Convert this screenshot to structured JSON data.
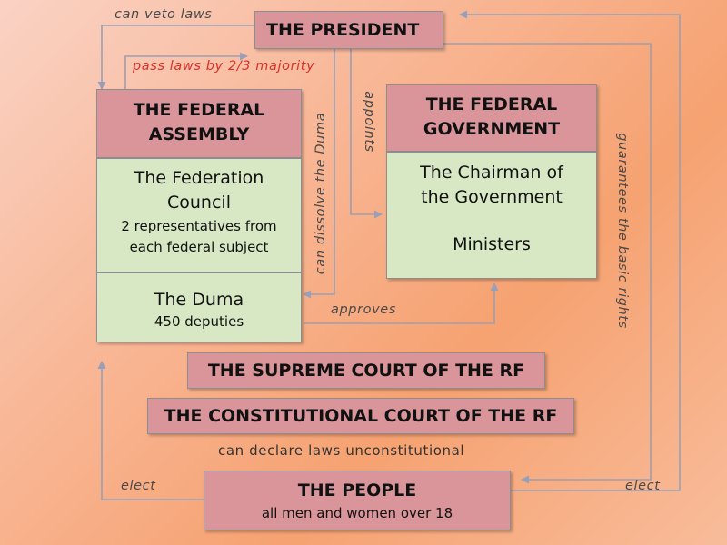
{
  "president": {
    "title": "THE PRESIDENT"
  },
  "assembly": {
    "title_line1": "THE FEDERAL",
    "title_line2": "ASSEMBLY",
    "council_line1": "The Federation",
    "council_line2": "Council",
    "council_sub1": "2 representatives from",
    "council_sub2": "each federal subject",
    "duma_title": "The Duma",
    "duma_sub": "450 deputies"
  },
  "government": {
    "title_line1": "THE FEDERAL",
    "title_line2": "GOVERNMENT",
    "body_line1": "The Chairman of",
    "body_line2": "the Government",
    "body_line3": "Ministers"
  },
  "supreme_court": {
    "title": "THE SUPREME COURT OF THE RF"
  },
  "constitutional_court": {
    "title": "THE CONSTITUTIONAL COURT OF THE RF"
  },
  "people": {
    "title": "THE PEOPLE",
    "sub": "all men and women over 18"
  },
  "labels": {
    "veto": "can  veto  laws",
    "pass_laws": "pass  laws  by 2/3 majority",
    "dissolve": "can  dissolve  the  Duma",
    "appoints": "appoints",
    "guarantees": "guarantees  the  basic  rights",
    "approves": "approves",
    "declare": "can  declare  laws  unconstitutional",
    "elect_left": "elect",
    "elect_right": "elect"
  },
  "colors": {
    "box_pink": "#d9959a",
    "box_green": "#d8e8c4",
    "arrow": "#9a9fb6",
    "red_label": "#d9302a"
  }
}
